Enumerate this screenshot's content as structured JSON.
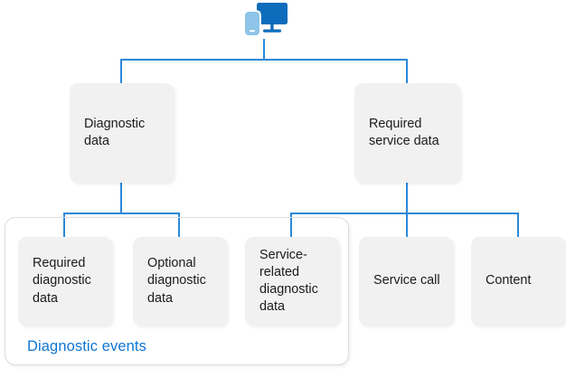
{
  "diagram": {
    "type": "hierarchy-tree",
    "title": "",
    "root": {
      "icon": "devices-monitor-phone-icon",
      "label": "",
      "colors": {
        "monitor": "#0f6cbd",
        "phone": "#8ec5e8"
      }
    },
    "colors": {
      "node_fill": "#f1f1f1",
      "node_text": "#1b1b1b",
      "connector": "#2b88d8",
      "group_border": "#dcdcdc",
      "group_label": "#0f76d4",
      "background": "#ffffff"
    },
    "level1": [
      {
        "id": "diagnostic-data",
        "label": "Diagnostic\ndata"
      },
      {
        "id": "required-service-data",
        "label": "Required\nservice data"
      }
    ],
    "level2": [
      {
        "id": "required-diagnostic-data",
        "label": "Required\ndiagnostic\ndata",
        "parent": "diagnostic-data",
        "in_group": true
      },
      {
        "id": "optional-diagnostic-data",
        "label": "Optional\ndiagnostic\ndata",
        "parent": "diagnostic-data",
        "in_group": true
      },
      {
        "id": "service-related-diagnostic-data",
        "label": "Service-\nrelated\ndiagnostic\ndata",
        "parent": "required-service-data",
        "in_group": true
      },
      {
        "id": "service-call",
        "label": "Service call",
        "parent": "required-service-data",
        "in_group": false
      },
      {
        "id": "content",
        "label": "Content",
        "parent": "required-service-data",
        "in_group": false
      }
    ],
    "group": {
      "id": "diagnostic-events-group",
      "label": "Diagnostic events",
      "members": [
        "required-diagnostic-data",
        "optional-diagnostic-data",
        "service-related-diagnostic-data"
      ]
    }
  }
}
